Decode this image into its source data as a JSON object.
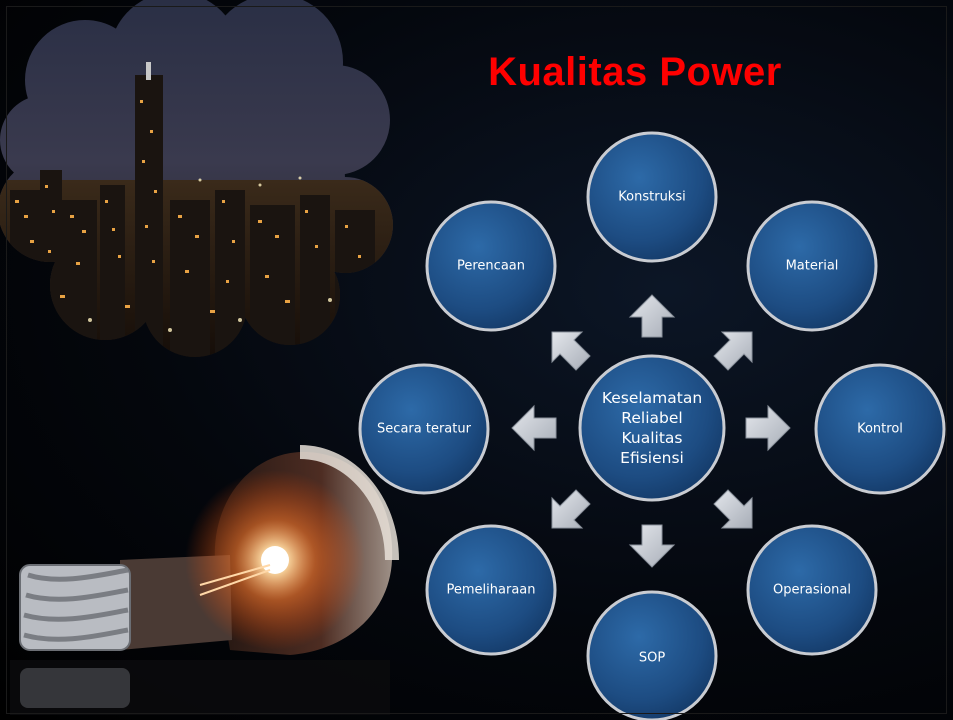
{
  "title": "Kualitas Power",
  "center": {
    "lines": [
      "Keselamatan",
      "Reliabel",
      "Kualitas",
      "Efisiensi"
    ]
  },
  "nodes": [
    {
      "id": "konstruksi",
      "label": "Konstruksi"
    },
    {
      "id": "material",
      "label": "Material"
    },
    {
      "id": "kontrol",
      "label": "Kontrol"
    },
    {
      "id": "operasional",
      "label": "Operasional"
    },
    {
      "id": "sop",
      "label": "SOP"
    },
    {
      "id": "pemeliharaan",
      "label": "Pemeliharaan"
    },
    {
      "id": "secara-teratur",
      "label": "Secara teratur"
    },
    {
      "id": "perencaan",
      "label": "Perencaan"
    }
  ],
  "colors": {
    "title": "#ff0000",
    "circle_fill": "#1f4f86",
    "circle_ring": "#c9ccd2",
    "arrow": "#c9cdd4",
    "background": "#05080e"
  }
}
